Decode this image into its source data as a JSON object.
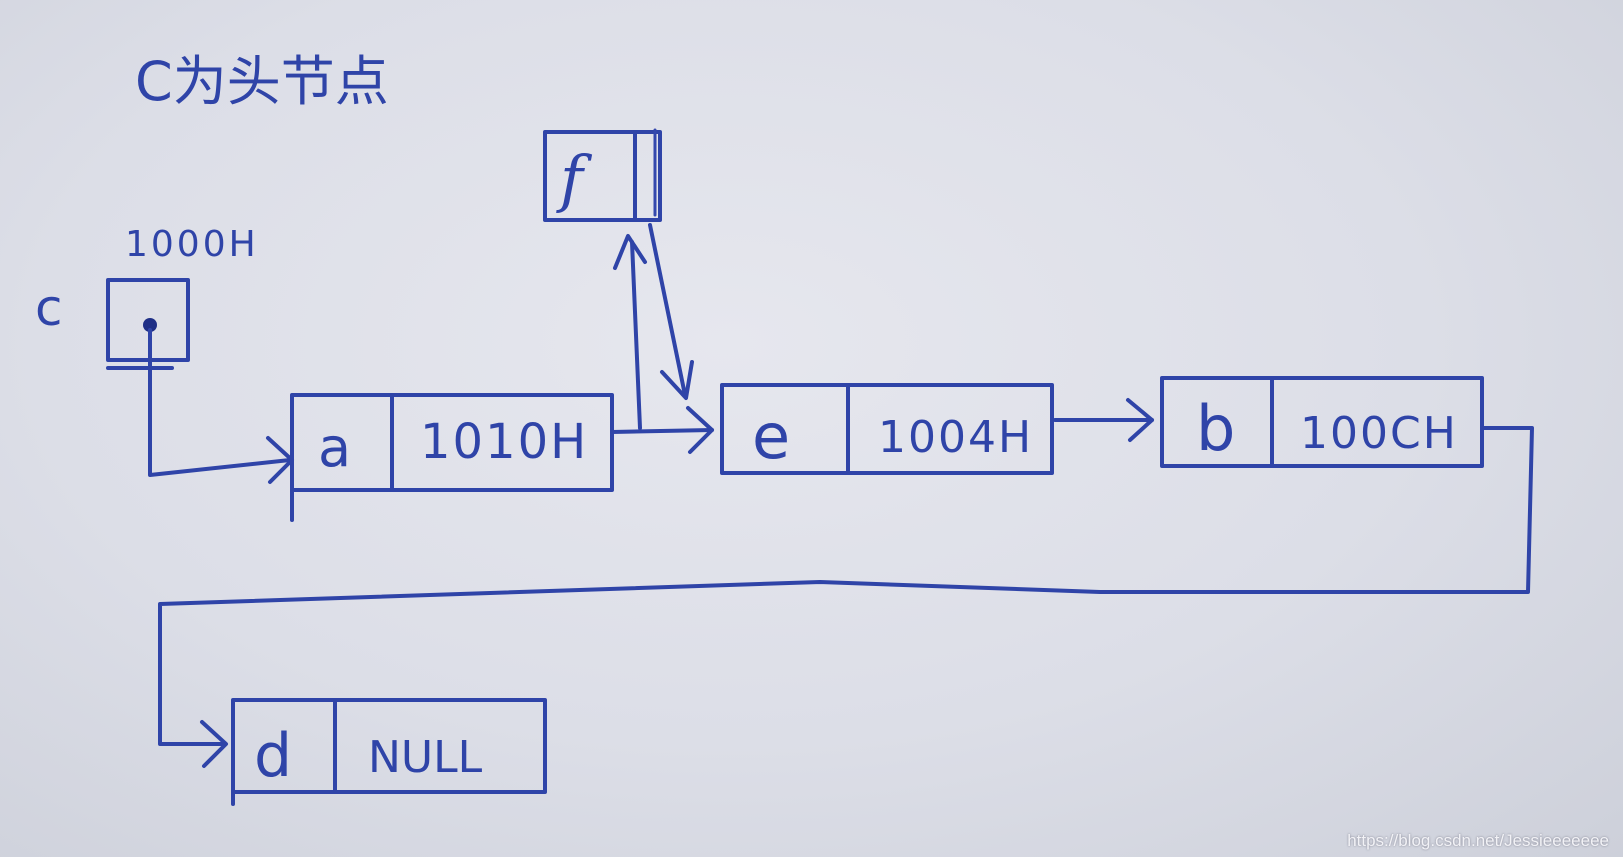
{
  "title": "C为头节点",
  "pointer": {
    "name": "c",
    "address": "1000H"
  },
  "nodes": [
    {
      "id": "a",
      "data": "a",
      "next": "1010H"
    },
    {
      "id": "e",
      "data": "e",
      "next": "1004H"
    },
    {
      "id": "b",
      "data": "b",
      "next": "100CH"
    },
    {
      "id": "d",
      "data": "d",
      "next": "NULL"
    },
    {
      "id": "f",
      "data": "f",
      "next": ""
    }
  ],
  "watermark": "https://blog.csdn.net/Jessieeeeeee",
  "colors": {
    "ink": "#2f44a8",
    "paper": "#dfe0e8"
  }
}
